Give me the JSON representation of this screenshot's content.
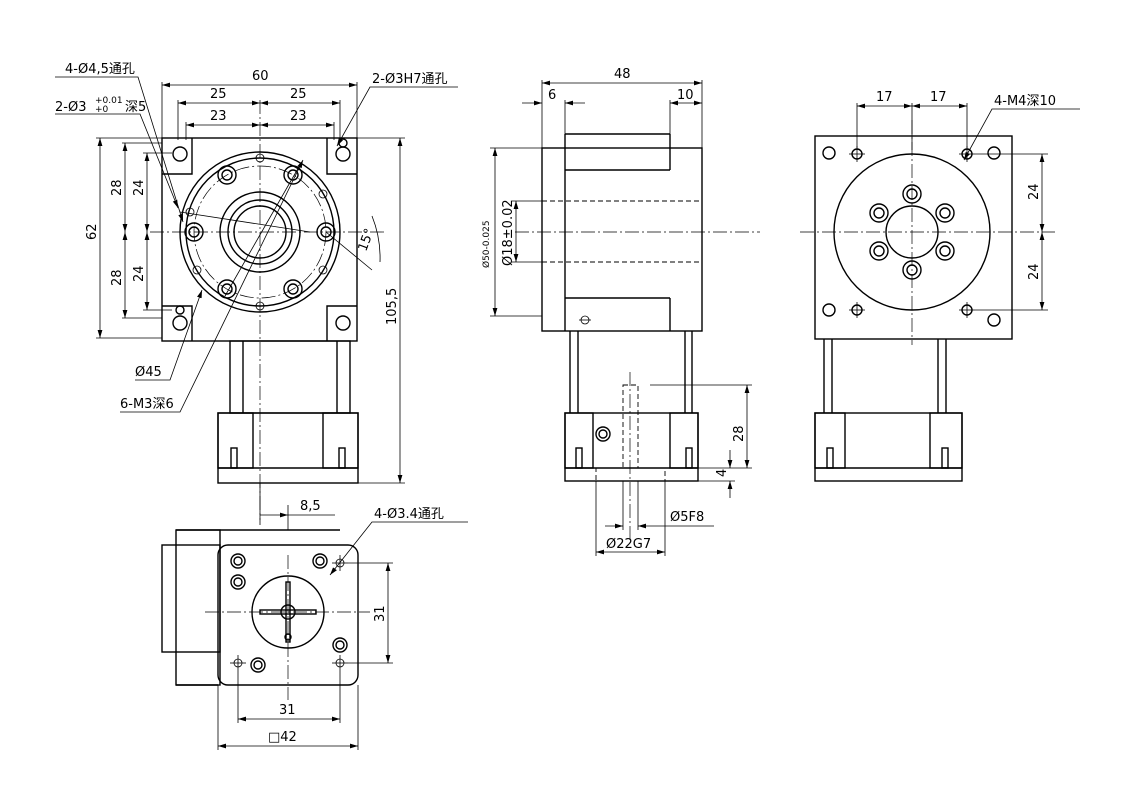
{
  "front_view": {
    "labels": {
      "thru_holes": "4-Ø4,5通孔",
      "dowel_holes": "2-Ø3H7通孔",
      "tol_holes_base": "2-Ø3",
      "tol_upper": "+0.01",
      "tol_lower": "+0",
      "tol_depth": "深5",
      "bolt_circle": "Ø45",
      "tapped_holes": "6-M3深6",
      "angle": "15°"
    },
    "dims": {
      "width": "60",
      "half_left": "25",
      "half_right": "25",
      "inner_left": "23",
      "inner_right": "23",
      "height": "62",
      "upper_outer": "28",
      "upper_inner": "24",
      "lower_outer": "28",
      "lower_inner": "24",
      "total_height": "105,5"
    }
  },
  "side_view": {
    "dims": {
      "length": "48",
      "left_offset": "6",
      "right_offset": "10",
      "body_dia": "Ø50-0.025",
      "bore_dia": "Ø18±0.02",
      "shaft_height": "28",
      "shaft_step": "4",
      "shaft_dia": "Ø5F8",
      "boss_dia": "Ø22G7"
    }
  },
  "rear_view": {
    "labels": {
      "tapped_holes": "4-M4深10"
    },
    "dims": {
      "left_pitch": "17",
      "right_pitch": "17",
      "upper": "24",
      "lower": "24"
    }
  },
  "bottom_view": {
    "labels": {
      "thru_holes": "4-Ø3.4通孔"
    },
    "dims": {
      "offset": "8,5",
      "pitch_v": "31",
      "pitch_h": "31",
      "square": "□42"
    }
  }
}
